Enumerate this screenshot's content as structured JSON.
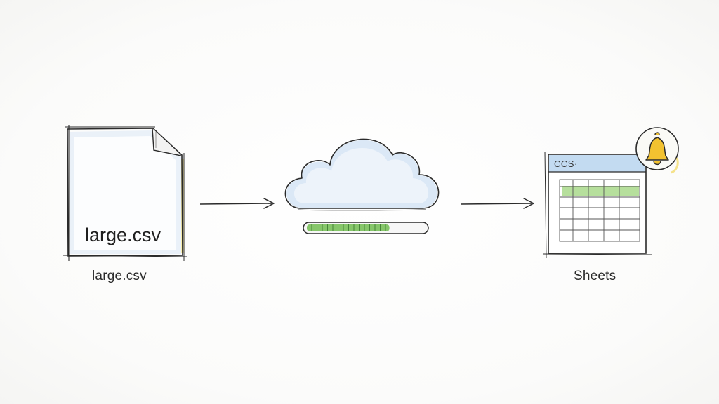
{
  "file": {
    "inner_label": "large.csv",
    "caption": "large.csv"
  },
  "upload": {
    "progress_fraction": 0.7
  },
  "sheets": {
    "tab_title": "CCS·",
    "caption": "Sheets",
    "notification_icon": "bell-icon"
  },
  "colors": {
    "file_tint": "#d9e7f5",
    "cloud_tint": "#d6e6f4",
    "progress_fill": "#86c66a",
    "sheet_header": "#b9d5ee",
    "sheet_highlight_row": "#a8d88a",
    "bell": "#f2c230",
    "ink": "#2b2b2b"
  }
}
